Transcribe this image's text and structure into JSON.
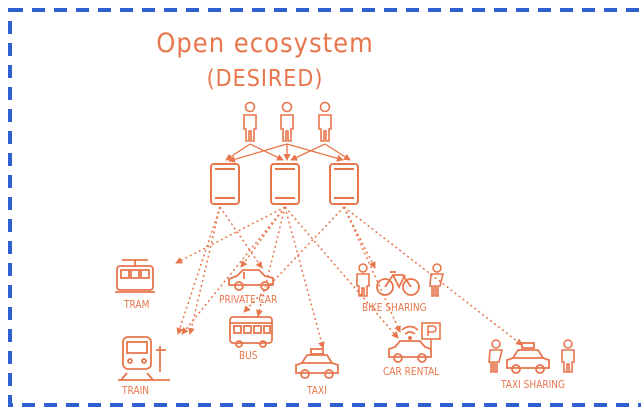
{
  "title": {
    "line1": "Open ecosystem",
    "line2": "(DESIRED)"
  },
  "modes": {
    "tram": "TRAM",
    "private_car": "PRIVATE CAR",
    "bike_sharing": "BIKE SHARING",
    "train": "TRAIN",
    "bus": "BUS",
    "taxi": "TAXI",
    "car_rental": "CAR RENTAL",
    "taxi_sharing": "TAXI SHARING"
  },
  "colors": {
    "accent": "#e8764d",
    "frame": "#2f5fd0"
  },
  "icons": [
    "person-icon",
    "smartphone-icon",
    "tram-icon",
    "car-icon",
    "bicycle-icon",
    "train-icon",
    "bus-icon",
    "taxi-icon",
    "wifi-icon",
    "parking-icon"
  ]
}
